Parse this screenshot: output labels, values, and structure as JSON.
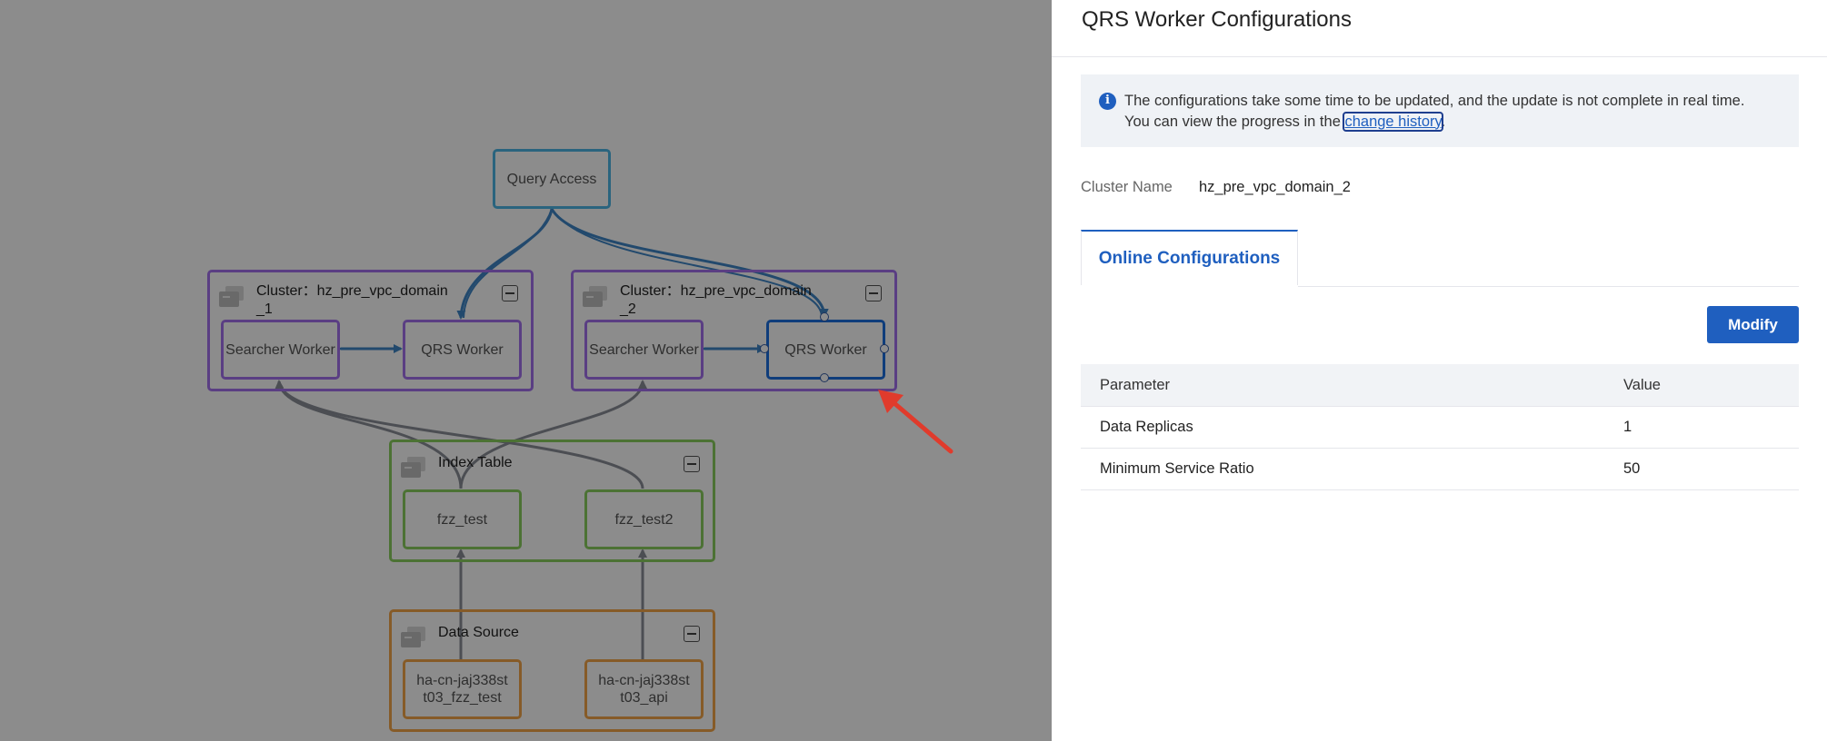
{
  "canvas": {
    "query_access": "Query Access",
    "clusters": [
      {
        "title_line1": "Cluster：hz_pre_vpc_domain",
        "title_line2": "_1",
        "searcher": "Searcher Worker",
        "qrs": "QRS Worker"
      },
      {
        "title_line1": "Cluster：hz_pre_vpc_domain",
        "title_line2": "_2",
        "searcher": "Searcher Worker",
        "qrs": "QRS Worker"
      }
    ],
    "index_table": {
      "title": "Index Table",
      "tables": [
        "fzz_test",
        "fzz_test2"
      ]
    },
    "data_source": {
      "title": "Data Source",
      "sources": [
        {
          "line1": "ha-cn-jaj338st",
          "line2": "t03_fzz_test"
        },
        {
          "line1": "ha-cn-jaj338st",
          "line2": "t03_api"
        }
      ]
    }
  },
  "drawer": {
    "title": "QRS Worker Configurations",
    "notice": {
      "line1": "The configurations take some time to be updated, and the update is not complete in real time.",
      "line2_prefix": "You can view the progress in the ",
      "link": "change history",
      "line2_suffix": "."
    },
    "cluster_name_label": "Cluster Name",
    "cluster_name_value": "hz_pre_vpc_domain_2",
    "tab": "Online Configurations",
    "modify_button": "Modify",
    "table": {
      "headers": [
        "Parameter",
        "Value"
      ],
      "rows": [
        {
          "parameter": "Data Replicas",
          "value": "1"
        },
        {
          "parameter": "Minimum Service Ratio",
          "value": "50"
        }
      ]
    }
  },
  "colors": {
    "primary": "#1f5fbf",
    "cluster_border": "#a472ef",
    "index_border": "#8bd060",
    "source_border": "#f5a64a",
    "access_border": "#4eb7e6",
    "annotation_arrow": "#e03b2c"
  }
}
